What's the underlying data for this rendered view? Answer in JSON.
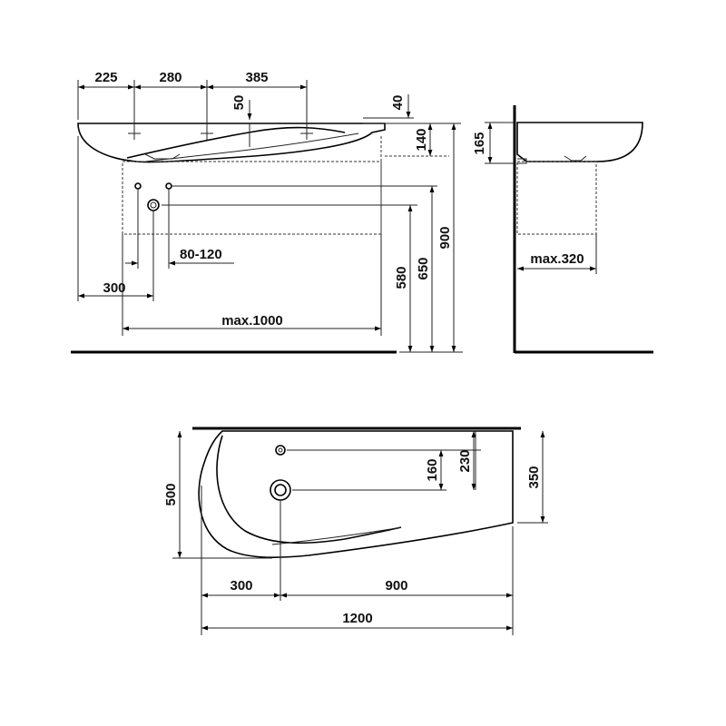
{
  "front_view": {
    "dim_225": "225",
    "dim_280": "280",
    "dim_385": "385",
    "dim_50": "50",
    "dim_40": "40",
    "dim_140": "140",
    "dim_900": "900",
    "dim_650": "650",
    "dim_580": "580",
    "dim_80_120": "80-120",
    "dim_300": "300",
    "dim_max1000": "max.1000"
  },
  "side_view": {
    "dim_165": "165",
    "dim_max320": "max.320"
  },
  "top_view": {
    "dim_500": "500",
    "dim_230": "230",
    "dim_160": "160",
    "dim_350": "350",
    "dim_300": "300",
    "dim_900": "900",
    "dim_1200": "1200"
  }
}
